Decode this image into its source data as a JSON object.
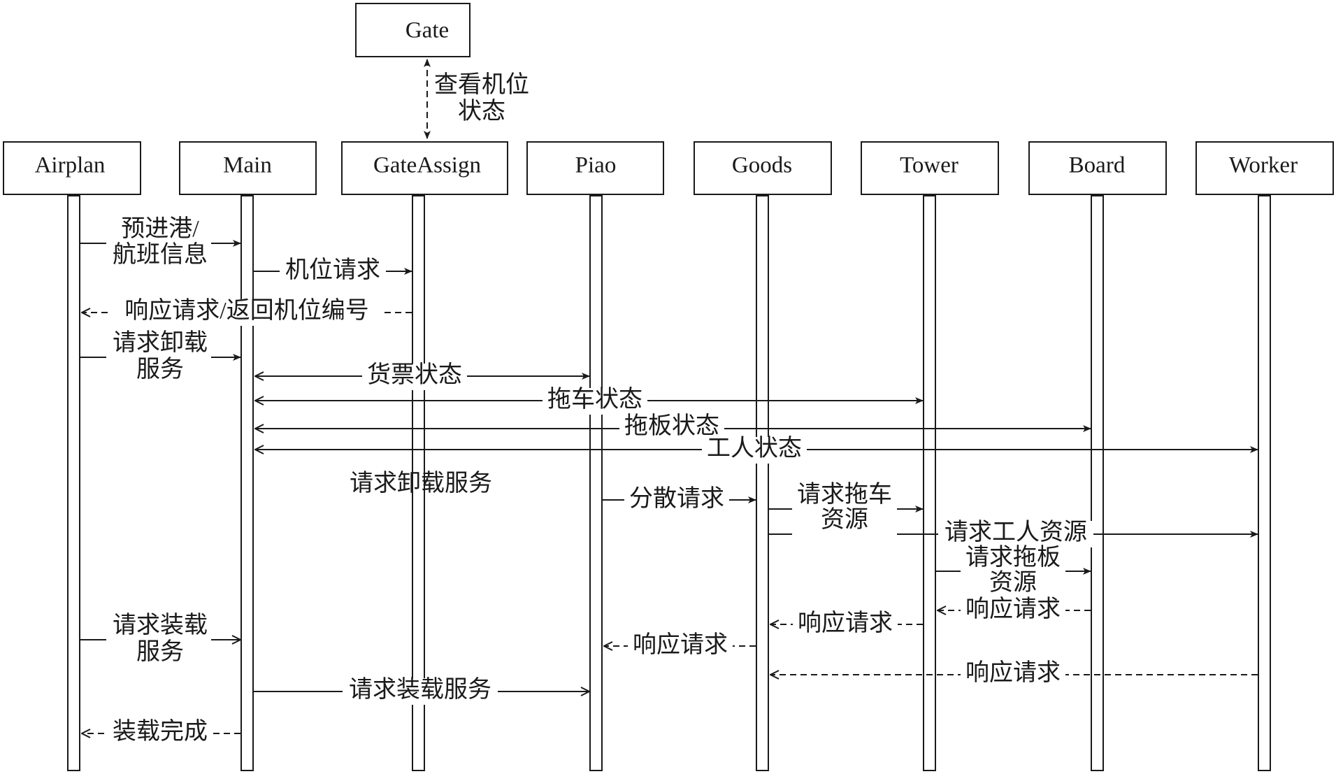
{
  "top_actor": {
    "name": "Gate"
  },
  "top_link_label": [
    "查看机位",
    "状态"
  ],
  "actors": [
    "Airplan",
    "Main",
    "GateAssign",
    "Piao",
    "Goods",
    "Tower",
    "Board",
    "Worker"
  ],
  "messages": [
    {
      "from": "Airplan",
      "to": "Main",
      "style": "solid",
      "lines": [
        "预进港/",
        "航班信息"
      ]
    },
    {
      "from": "Main",
      "to": "GateAssign",
      "style": "solid",
      "lines": [
        "机位请求"
      ]
    },
    {
      "from": "GateAssign",
      "to": "Airplan",
      "style": "dashed",
      "lines": [
        "响应请求/返回机位编号"
      ]
    },
    {
      "from": "Airplan",
      "to": "Main",
      "style": "solid",
      "lines": [
        "请求卸载",
        "服务"
      ]
    },
    {
      "from": "Main",
      "to": "Piao",
      "style": "solid-both",
      "lines": [
        "货票状态"
      ]
    },
    {
      "from": "Main",
      "to": "Tower",
      "style": "solid-both",
      "lines": [
        "拖车状态"
      ]
    },
    {
      "from": "Main",
      "to": "Board",
      "style": "solid-both",
      "lines": [
        "拖板状态"
      ]
    },
    {
      "from": "Main",
      "to": "Worker",
      "style": "solid-both",
      "lines": [
        "工人状态"
      ]
    },
    {
      "from": "Main",
      "to": "Piao",
      "style": "note",
      "lines": [
        "请求卸载服务"
      ]
    },
    {
      "from": "Piao",
      "to": "Goods",
      "style": "solid",
      "lines": [
        "分散请求"
      ]
    },
    {
      "from": "Goods",
      "to": "Tower",
      "style": "solid",
      "lines": [
        "请求拖车",
        "资源"
      ]
    },
    {
      "from": "Goods",
      "to": "Worker",
      "style": "solid",
      "lines": [
        "请求工人资源"
      ]
    },
    {
      "from": "Tower",
      "to": "Board",
      "style": "solid",
      "lines": [
        "请求拖板",
        "资源"
      ]
    },
    {
      "from": "Board",
      "to": "Tower",
      "style": "dashed",
      "lines": [
        "响应请求"
      ]
    },
    {
      "from": "Tower",
      "to": "Goods",
      "style": "dashed",
      "lines": [
        "响应请求"
      ]
    },
    {
      "from": "Airplan",
      "to": "Main",
      "style": "solid",
      "lines": [
        "请求装载",
        "服务"
      ]
    },
    {
      "from": "Goods",
      "to": "Piao",
      "style": "dashed",
      "lines": [
        "响应请求"
      ]
    },
    {
      "from": "Worker",
      "to": "Goods",
      "style": "dashed",
      "lines": [
        "响应请求"
      ]
    },
    {
      "from": "Main",
      "to": "Piao",
      "style": "solid",
      "lines": [
        "请求装载服务"
      ]
    },
    {
      "from": "Main",
      "to": "Airplan",
      "style": "dashed",
      "lines": [
        "装载完成"
      ]
    }
  ]
}
